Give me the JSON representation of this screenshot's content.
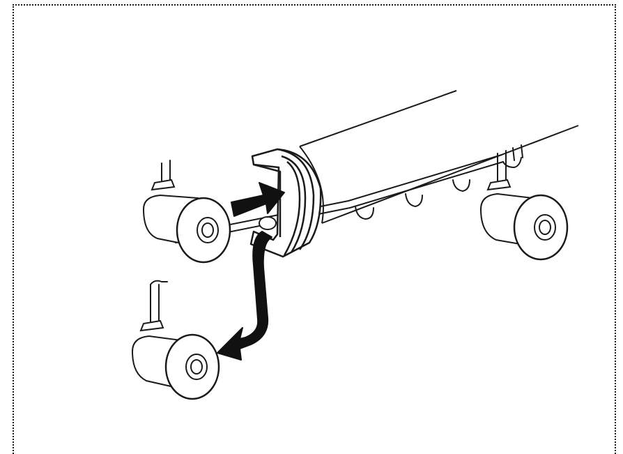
{
  "colors": {
    "line": "#1a1a1a",
    "fill": "#ffffff",
    "arrow": "#111111",
    "frame": "#1a1a1a"
  },
  "illustration": {
    "frame_style": "dotted",
    "parts": [
      "dish-rack-wire-basket",
      "rack-rail-tube",
      "rail-end-stopper-cap",
      "rack-wheel-front-left",
      "rack-wheel-detached",
      "rack-wheel-right",
      "insert-arrow",
      "remove-arrow"
    ]
  }
}
